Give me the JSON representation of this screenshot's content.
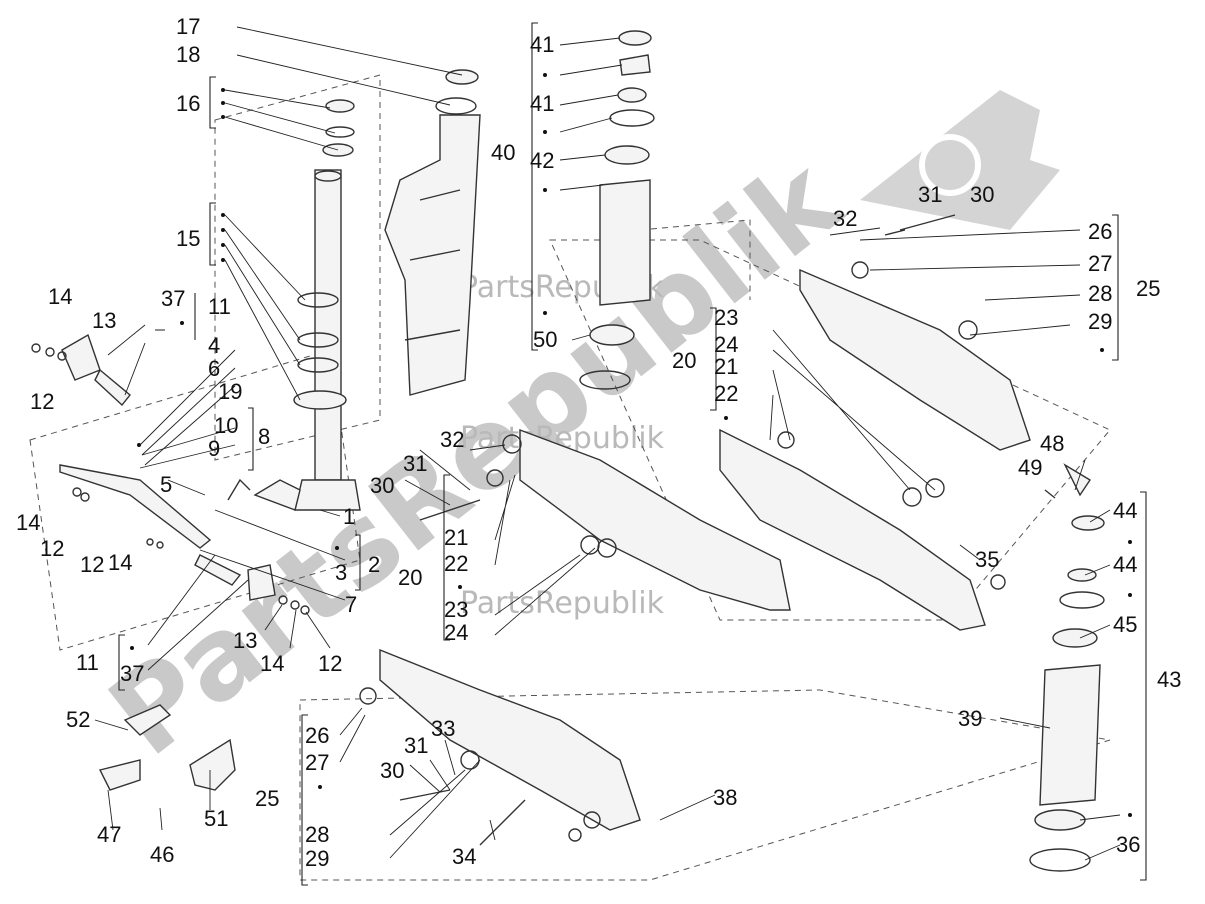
{
  "watermark": {
    "big_text": "PartsRepublik",
    "small_text": "PartsRepublik",
    "color": "#c9c9c9"
  },
  "callouts": [
    "1",
    "2",
    "3",
    "4",
    "5",
    "6",
    "7",
    "8",
    "9",
    "10",
    "11",
    "12",
    "13",
    "14",
    "15",
    "16",
    "17",
    "18",
    "19",
    "20",
    "21",
    "22",
    "23",
    "24",
    "25",
    "26",
    "27",
    "28",
    "29",
    "30",
    "31",
    "32",
    "33",
    "34",
    "35",
    "36",
    "37",
    "38",
    "39",
    "40",
    "41",
    "42",
    "43",
    "44",
    "45",
    "46",
    "47",
    "48",
    "49",
    "50",
    "51",
    "52"
  ],
  "labels": {
    "l1": "1",
    "l2": "2",
    "l3": "3",
    "l4": "4",
    "l5": "5",
    "l6": "6",
    "l7": "7",
    "l8": "8",
    "l9": "9",
    "l10": "10",
    "l11a": "11",
    "l11b": "11",
    "l12a": "12",
    "l12b": "12",
    "l12c": "12",
    "l12d": "12",
    "l13a": "13",
    "l13b": "13",
    "l14a": "14",
    "l14b": "14",
    "l14c": "14",
    "l14d": "14",
    "l15": "15",
    "l16": "16",
    "l17": "17",
    "l18": "18",
    "l19": "19",
    "l20a": "20",
    "l20b": "20",
    "l21a": "21",
    "l21b": "21",
    "l22a": "22",
    "l22b": "22",
    "l23a": "23",
    "l23b": "23",
    "l24a": "24",
    "l24b": "24",
    "l25a": "25",
    "l25b": "25",
    "l26a": "26",
    "l26b": "26",
    "l27a": "27",
    "l27b": "27",
    "l28a": "28",
    "l28b": "28",
    "l29a": "29",
    "l29b": "29",
    "l30a": "30",
    "l30b": "30",
    "l30c": "30",
    "l31a": "31",
    "l31b": "31",
    "l31c": "31",
    "l32a": "32",
    "l32b": "32",
    "l33": "33",
    "l34": "34",
    "l35": "35",
    "l36": "36",
    "l37a": "37",
    "l37b": "37",
    "l38": "38",
    "l39": "39",
    "l40": "40",
    "l41a": "41",
    "l41b": "41",
    "l42": "42",
    "l43": "43",
    "l44a": "44",
    "l44b": "44",
    "l45": "45",
    "l46": "46",
    "l47": "47",
    "l48": "48",
    "l49": "49",
    "l50": "50",
    "l51": "51",
    "l52": "52"
  }
}
